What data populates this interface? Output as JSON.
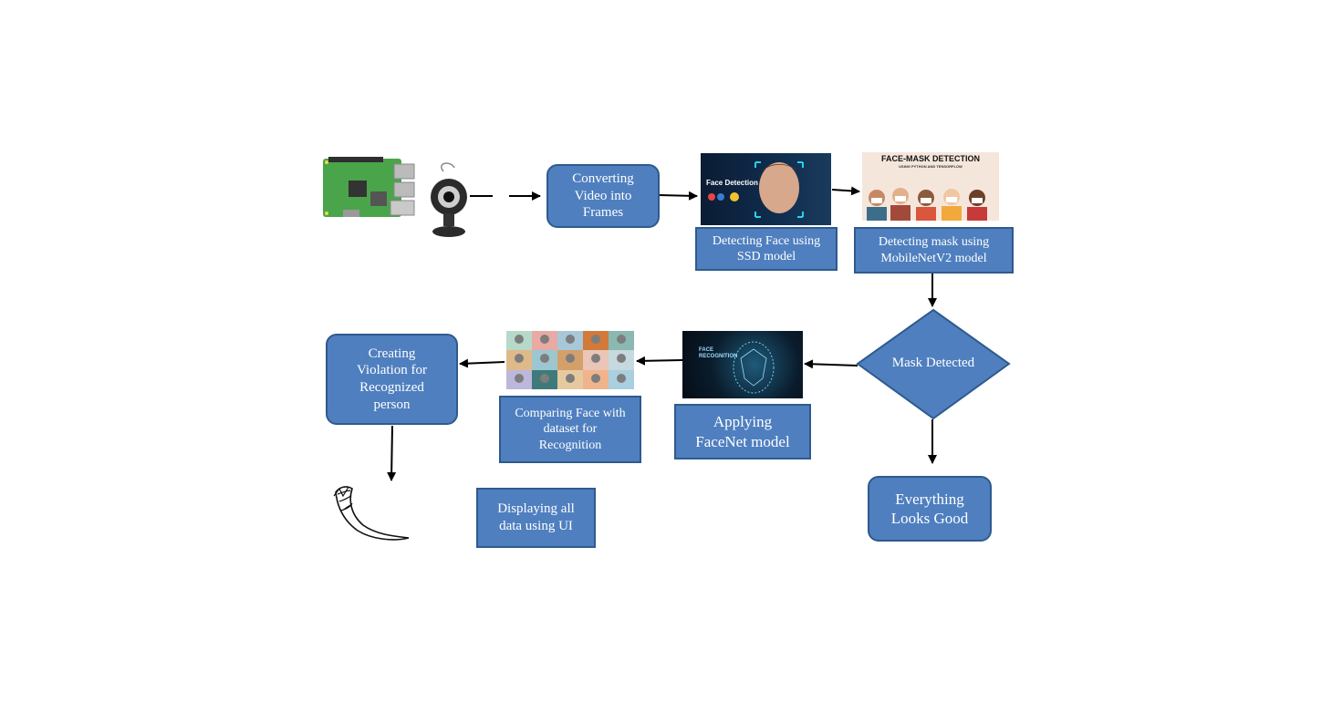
{
  "nodes": {
    "convert": "Converting\nVideo into\nFrames",
    "detect_face": "Detecting Face using\nSSD model",
    "detect_mask": "Detecting mask using\nMobileNetV2 model",
    "decision": "Mask Detected",
    "everything_good": "Everything\nLooks Good",
    "facenet": "Applying\nFaceNet model",
    "compare": "Comparing Face with\ndataset for\nRecognition",
    "violation": "Creating\nViolation for\nRecognized\nperson",
    "display": "Displaying all\ndata using UI"
  },
  "images": {
    "face_detection_caption": "Face Detection",
    "mask_banner_title": "FACE-MASK DETECTION",
    "mask_banner_subtitle": "USING PYTHON AND TENSORFLOW",
    "face_recognition_caption": "FACE\nRECOGNITION"
  },
  "colors": {
    "box_fill": "#4f7fbf",
    "box_border": "#2e5a8e",
    "arrow": "#000000",
    "board_green": "#4aa54a"
  },
  "icons": [
    "raspberry-pi-board-icon",
    "webcam-icon",
    "face-detection-image",
    "face-mask-detection-image",
    "face-recognition-image",
    "face-grid-image",
    "flask-logo-icon"
  ]
}
